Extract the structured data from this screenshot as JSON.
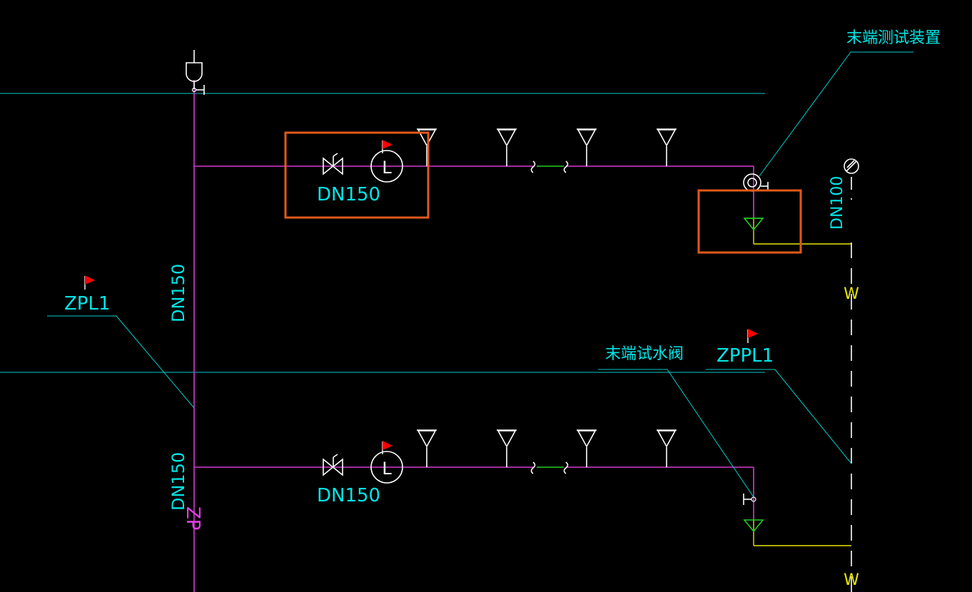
{
  "labels": {
    "terminal_test_device": "末端测试装置",
    "terminal_test_valve": "末端试水阀",
    "riser_left": "ZPL1",
    "riser_right": "ZPPL1",
    "dn150_upper_branch": "DN150",
    "dn150_lower_branch": "DN150",
    "dn150_riser_upper": "DN150",
    "dn150_riser_lower": "DN150",
    "dn100_drain": "DN100",
    "zp_tag": "ZP",
    "flow_indicator_symbol": "L",
    "drain_pipe_mark_upper": "W",
    "drain_pipe_mark_lower": "W"
  },
  "colors": {
    "background": "#000000",
    "pipe_sprinkler": "#d23ad2",
    "annotation_text": "#00e5e5",
    "highlight_box": "#e05a1a",
    "flag": "#ff0000",
    "drain_pipe": "#e6e600",
    "break_symbol": "#22cc22"
  }
}
